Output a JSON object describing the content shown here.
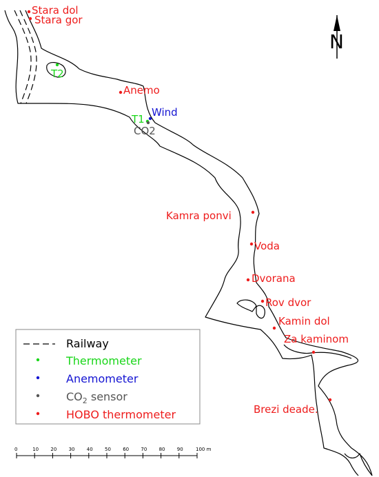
{
  "colors": {
    "hobo": "#ee1c1c",
    "thermometer": "#19d619",
    "anemometer": "#1414d2",
    "co2": "#555555",
    "outline": "#000000"
  },
  "north_label": "N",
  "stations": [
    {
      "id": "stara-dol",
      "label": "Stara dol",
      "type": "hobo"
    },
    {
      "id": "stara-gor",
      "label": "Stara gor",
      "type": "hobo"
    },
    {
      "id": "t2",
      "label": "T2",
      "type": "thermometer"
    },
    {
      "id": "anemo",
      "label": "Anemo",
      "type": "hobo"
    },
    {
      "id": "wind",
      "label": "Wind",
      "type": "anemometer"
    },
    {
      "id": "t1",
      "label": "T1",
      "type": "thermometer"
    },
    {
      "id": "co2",
      "label": "CO2",
      "type": "co2"
    },
    {
      "id": "kamra-ponvi",
      "label": "Kamra ponvi",
      "type": "hobo"
    },
    {
      "id": "voda",
      "label": "Voda",
      "type": "hobo"
    },
    {
      "id": "dvorana",
      "label": "Dvorana",
      "type": "hobo"
    },
    {
      "id": "rov-dvor",
      "label": "Rov dvor",
      "type": "hobo"
    },
    {
      "id": "kamin-dol",
      "label": "Kamin dol",
      "type": "hobo"
    },
    {
      "id": "za-kaminom",
      "label": "Za kaminom",
      "type": "hobo"
    },
    {
      "id": "brezi-deade",
      "label": "Brezi deade.",
      "type": "hobo"
    }
  ],
  "legend": {
    "railway": "Railway",
    "thermometer": "Thermometer",
    "anemometer": "Anemometer",
    "co2_main": "CO",
    "co2_sub": "2",
    "co2_rest": " sensor",
    "hobo": "HOBO thermometer"
  },
  "scale": {
    "ticks": [
      "0",
      "10",
      "20",
      "30",
      "40",
      "50",
      "60",
      "70",
      "80",
      "90",
      "100 m"
    ]
  }
}
